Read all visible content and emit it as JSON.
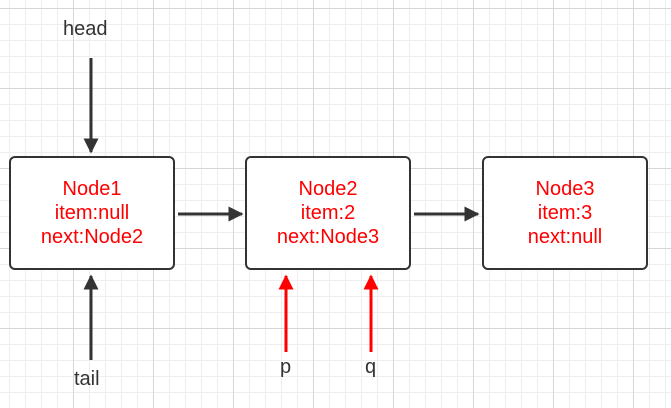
{
  "labels": {
    "head": "head",
    "tail": "tail",
    "p": "p",
    "q": "q"
  },
  "nodes": [
    {
      "name": "Node1",
      "item": "item:null",
      "next": "next:Node2"
    },
    {
      "name": "Node2",
      "item": "item:2",
      "next": "next:Node3"
    },
    {
      "name": "Node3",
      "item": "item:3",
      "next": "next:null"
    }
  ],
  "colors": {
    "node_text": "#ff0000",
    "pointer_arrow": "#ff0000",
    "link_arrow": "#333333",
    "border": "#333333",
    "label": "#333333"
  }
}
